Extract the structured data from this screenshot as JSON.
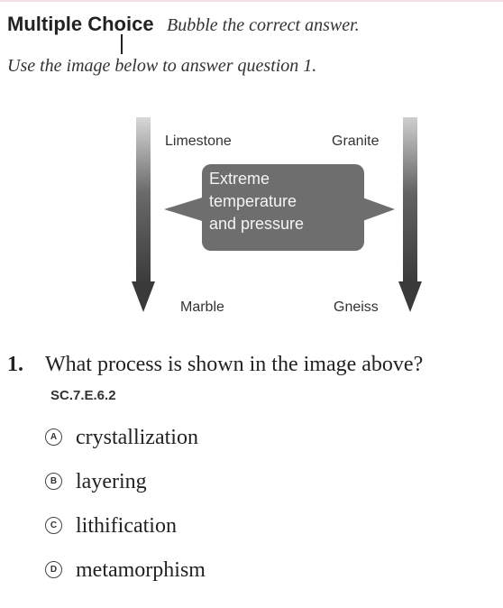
{
  "header": {
    "title": "Multiple Choice",
    "instruction": "Bubble the correct answer.",
    "sub_instruction": "Use the image below to answer question 1."
  },
  "diagram": {
    "top_left": "Limestone",
    "top_right": "Granite",
    "bottom_left": "Marble",
    "bottom_right": "Gneiss",
    "center_lines": [
      "Extreme",
      "temperature",
      "and pressure"
    ],
    "colors": {
      "arrow": "#4a4a4a",
      "pill": "#6e6e6e"
    }
  },
  "question": {
    "number": "1.",
    "text": "What process is shown in the image above?",
    "code": "SC.7.E.6.2"
  },
  "choices": [
    {
      "letter": "A",
      "text": "crystallization"
    },
    {
      "letter": "B",
      "text": "layering"
    },
    {
      "letter": "C",
      "text": "lithification"
    },
    {
      "letter": "D",
      "text": "metamorphism"
    }
  ]
}
